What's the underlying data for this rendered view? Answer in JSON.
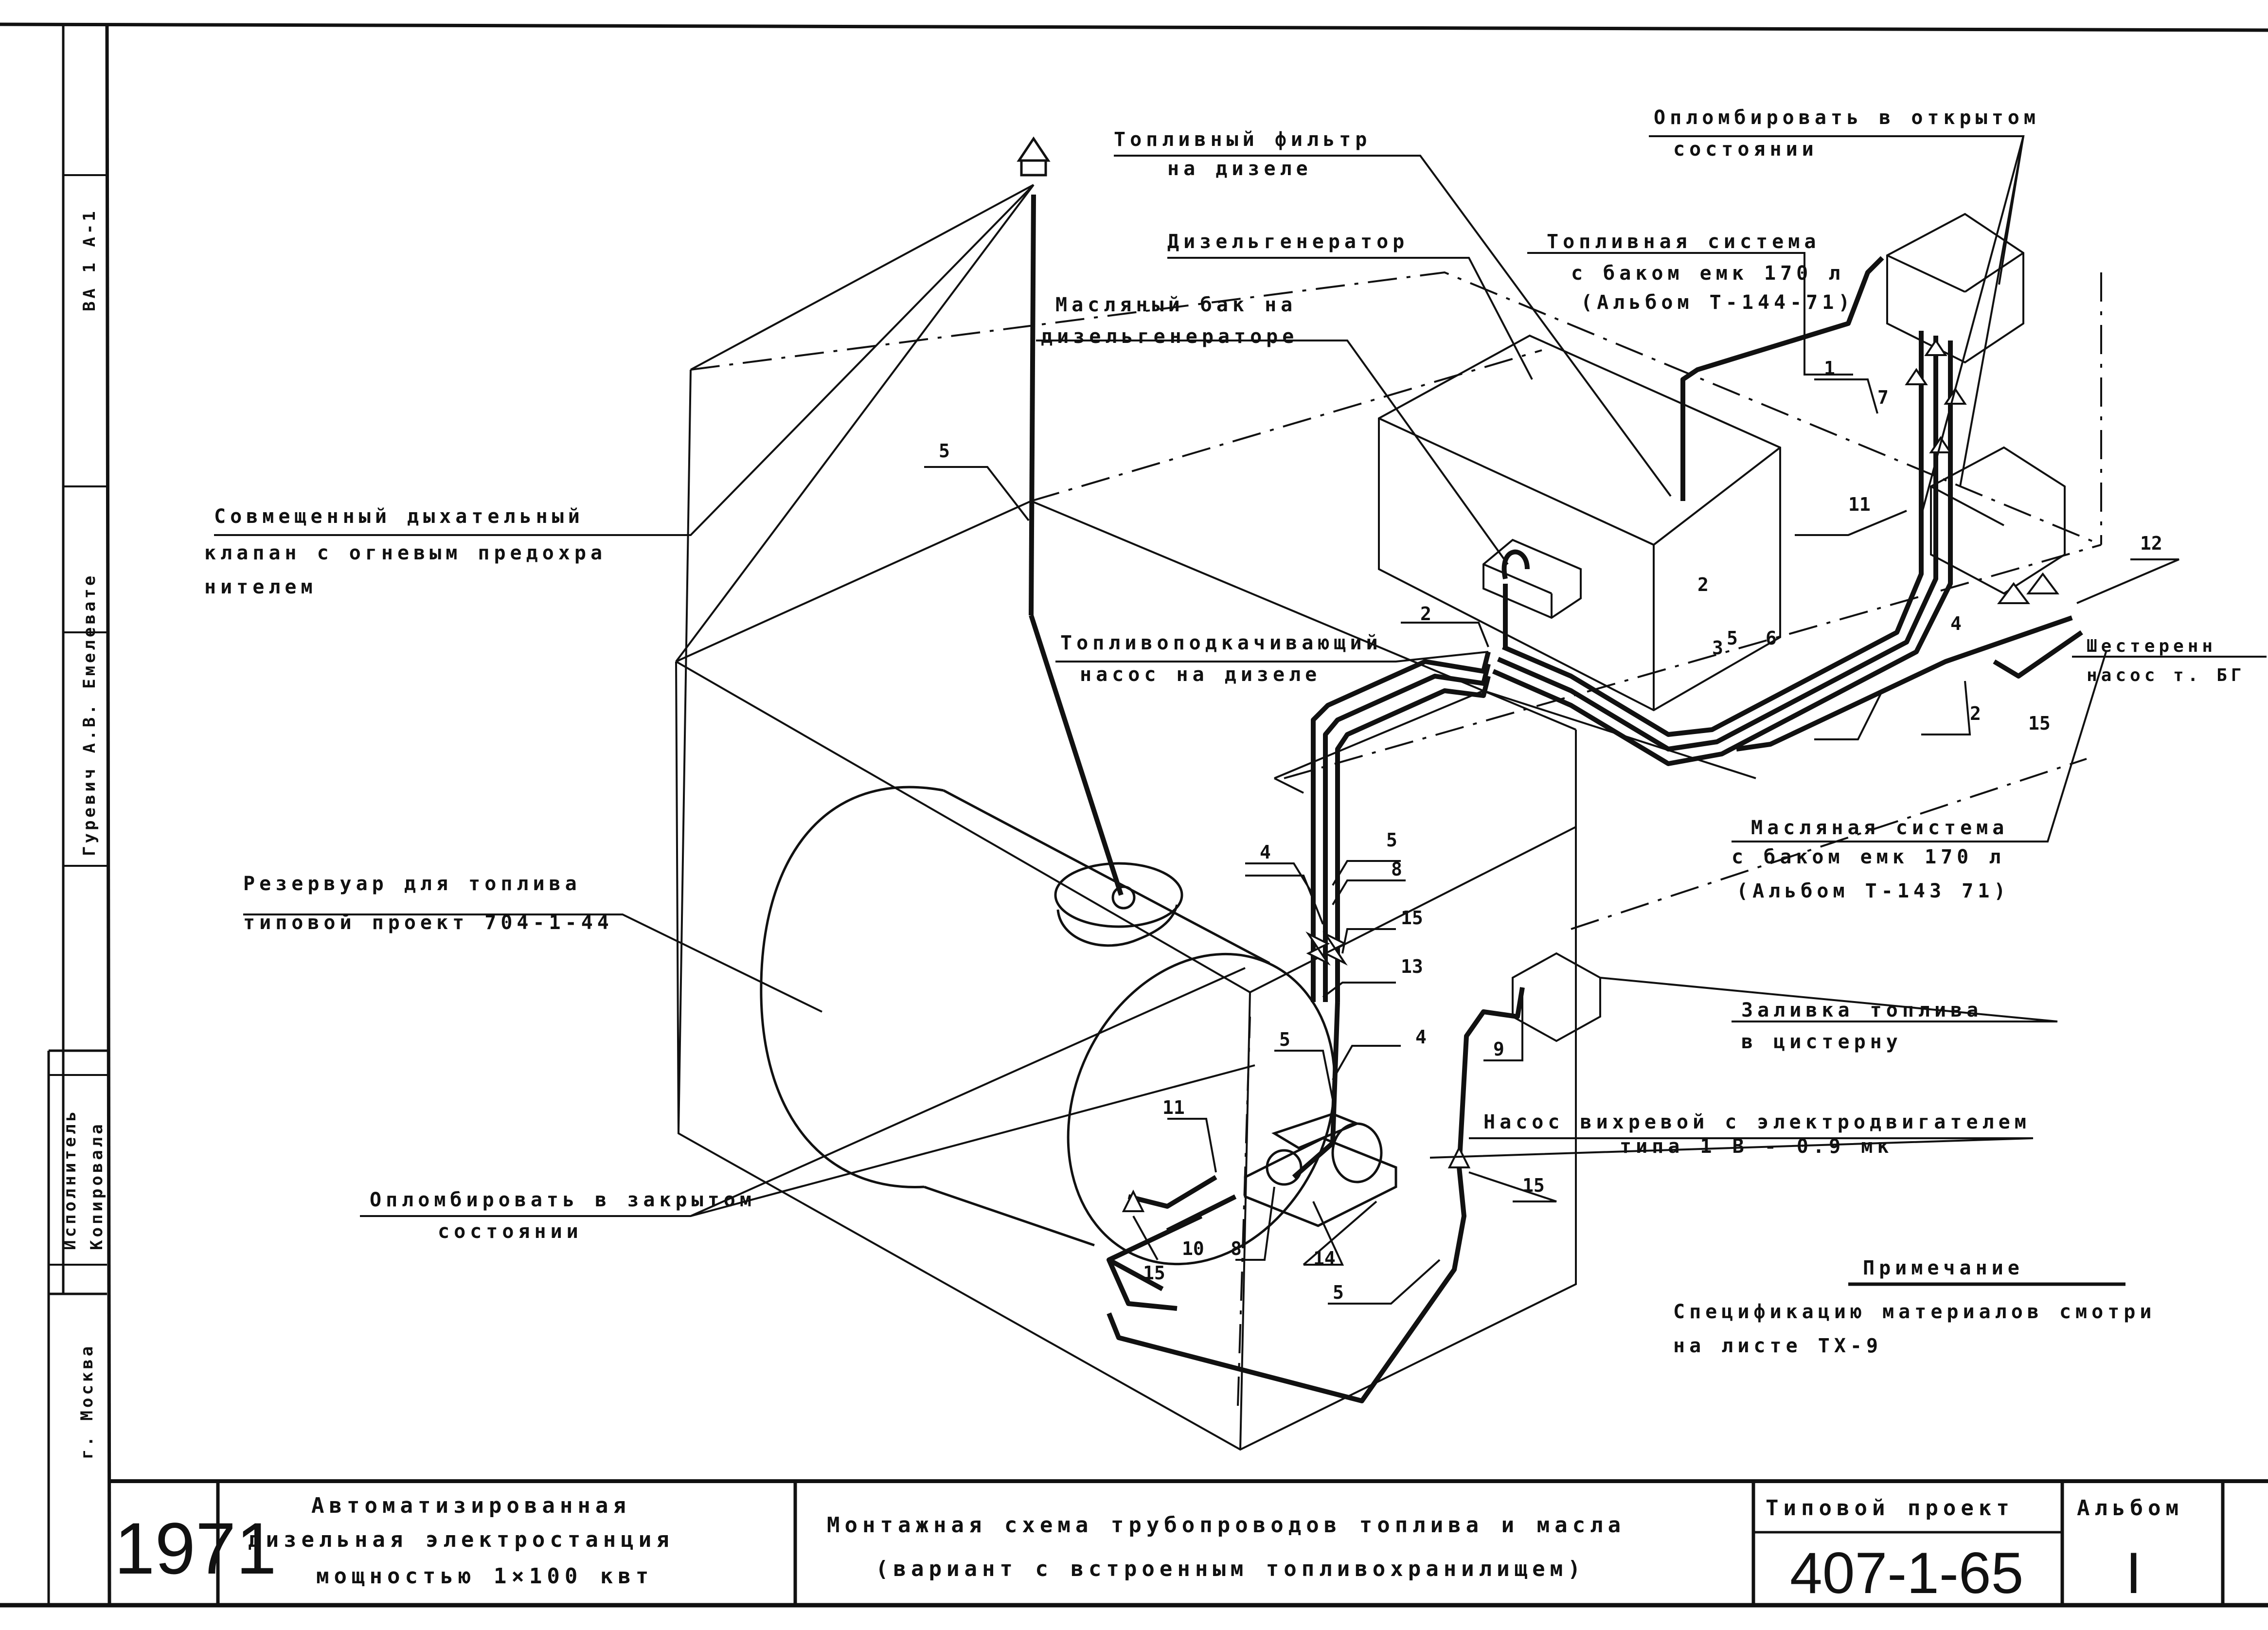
{
  "drawing": {
    "labels": {
      "fuel_filter_1": "Топливный фильтр",
      "fuel_filter_2": "на дизеле",
      "diesel_generator": "Дизельгенератор",
      "oil_tank_1": "Масляный бак на",
      "oil_tank_2": "дизельгенераторе",
      "fuel_system_1": "Топливная система",
      "fuel_system_2": "с баком емк 170 л",
      "fuel_system_3": "(Альбом Т-144-71)",
      "seal_open_1": "Опломбировать в открытом",
      "seal_open_2": "состоянии",
      "breather_1": "Совмещенный дыхательный",
      "breather_2": "клапан с огневым предохра",
      "breather_3": "нителем",
      "booster_pump_1": "Топливоподкачивающий",
      "booster_pump_2": "насос на дизеле",
      "gear_pump_1": "Шестеренн",
      "gear_pump_2": "насос т. БГ",
      "reservoir_1": "Резервуар для топлива",
      "reservoir_2": "типовой проект 704-1-44",
      "oil_system_1": "Масляная система",
      "oil_system_2": "с баком емк 170 л",
      "oil_system_3": "(Альбом Т-143 71)",
      "fill_fuel_1": "Заливка топлива",
      "fill_fuel_2": "в цистерну",
      "vortex_pump_1": "Насос вихревой с электродвигателем",
      "vortex_pump_2": "типа 1 В - 0.9 мк",
      "seal_closed_1": "Опломбировать в закрытом",
      "seal_closed_2": "состоянии",
      "note_title": "Примечание",
      "note_1": "Спецификацию материалов смотри",
      "note_2": "на листе ТХ-9"
    },
    "callouts": [
      "1",
      "2",
      "2",
      "2",
      "3",
      "4",
      "4",
      "4",
      "5",
      "5",
      "5",
      "5",
      "5",
      "6",
      "7",
      "8",
      "8",
      "9",
      "10",
      "11",
      "11",
      "12",
      "13",
      "14",
      "15",
      "15",
      "15",
      "15"
    ]
  },
  "title_block": {
    "year": "1971",
    "project_name_1": "Автоматизированная",
    "project_name_2": "дизельная электростанция",
    "project_name_3": "мощностью 1×100 квт",
    "sheet_title_1": "Монтажная схема трубопроводов топлива и масла",
    "sheet_title_2": "(вариант с встроенным топливохранилищем)",
    "type_label": "Типовой проект",
    "project_code": "407-1-65",
    "album_label": "Альбом",
    "album_number": "I"
  },
  "side_strip": {
    "city": "г. Москва",
    "performer": "Исполнитель",
    "copy": "Копировала",
    "names": "Гуревич А.В. Емелевате",
    "codes": "ВА 1   А-1"
  }
}
